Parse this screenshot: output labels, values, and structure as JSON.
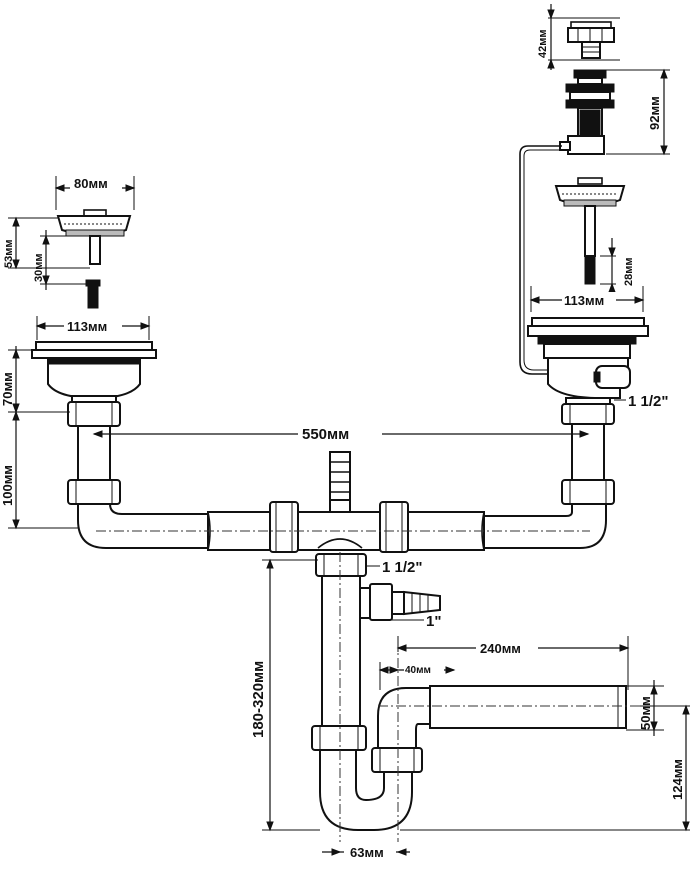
{
  "diagram": {
    "dimensions": {
      "d_42": "42мм",
      "d_92": "92мм",
      "d_80": "80мм",
      "d_53": "53мм",
      "d_30": "30мм",
      "d_113_left": "113мм",
      "d_113_right": "113мм",
      "d_28": "28мм",
      "d_70": "70мм",
      "d_100": "100мм",
      "d_550": "550мм",
      "d_180_320": "180-320мм",
      "d_240": "240мм",
      "d_40": "40мм",
      "d_50": "50мм",
      "d_124": "124мм",
      "d_63": "63мм"
    },
    "thread_labels": {
      "right_outlet": "1 1/2\"",
      "center_outlet": "1 1/2\"",
      "side_inlet": "1\""
    },
    "parts": {
      "overflow_knob": "overflow-knob",
      "overflow_body": "overflow-outlet",
      "strainer_left": "strainer-basket-left",
      "strainer_right": "strainer-basket-right",
      "waste_left": "waste-left",
      "waste_right": "waste-right",
      "tee": "tee-with-spigot",
      "trap": "bottle-trap"
    }
  }
}
